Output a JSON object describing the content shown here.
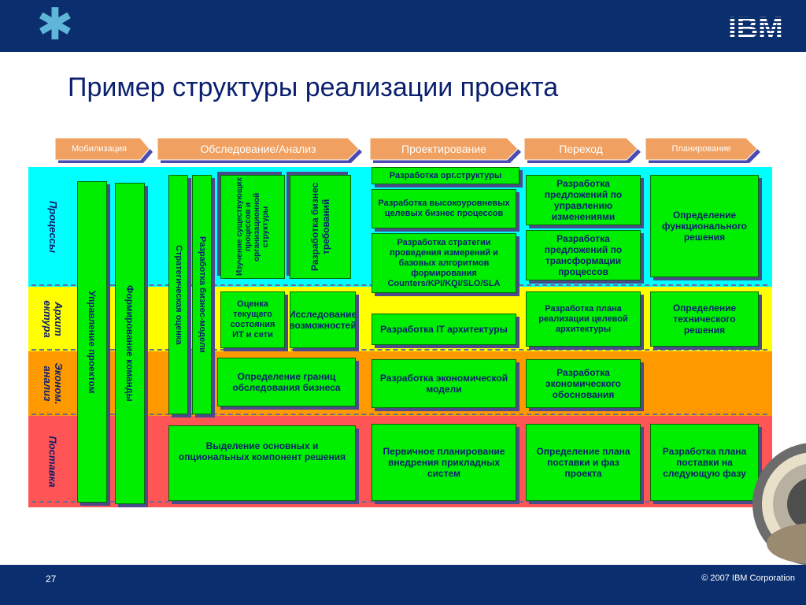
{
  "header": {
    "logo_text": "IBM",
    "title": "Пример структуры реализации проекта"
  },
  "phases": [
    {
      "label": "Мобилизация"
    },
    {
      "label": "Обследование/Анализ"
    },
    {
      "label": "Проектирование"
    },
    {
      "label": "Переход"
    },
    {
      "label": "Планирование"
    }
  ],
  "rows": [
    {
      "label": "Процессы",
      "color": "#00ffff"
    },
    {
      "label": "Архит ектура",
      "color": "#ffff00"
    },
    {
      "label": "Эконом. анализ",
      "color": "#ff9900"
    },
    {
      "label": "Поставка",
      "color": "#ff5555"
    }
  ],
  "vertical_bars": {
    "project_management": "Управление проектом",
    "team_formation": "Формирование команды",
    "strategic_assessment": "Стратегическая оценка",
    "business_model": "Разработка бизнес-модели",
    "process_study": "Изучение существующих процессов и организационной структуры",
    "business_requirements": "Разработка бизнес требований"
  },
  "boxes": {
    "assessment_it": "Оценка текущего состояния ИТ и сети",
    "research": "Исследование возможностей",
    "scope": "Определение границ обследования бизнеса",
    "component_selection": "Выделение основных и опциональных компонент решения",
    "org_structure": "Разработка орг.структуры",
    "high_level_processes": "Разработка высокоуровневых целевых бизнес процессов",
    "measurement_strategy": "Разработка стратегии проведения измерений и базовых алгоритмов формирования Counters/KPI/KQI/SLO/SLA",
    "it_architecture": "Разработка IT архитектуры",
    "economic_model": "Разработка экономической модели",
    "primary_planning": "Первичное планирование внедрения прикладных систем",
    "change_management": "Разработка предложений по управлению изменениями",
    "process_transformation": "Разработка предложений по трансформации процессов",
    "architecture_plan": "Разработка плана реализации целевой архитектуры",
    "economic_justification": "Разработка экономического обоснования",
    "delivery_plan": "Определение плана поставки и фаз проекта",
    "functional_solution": "Определение функционального решения",
    "technical_solution": "Определение технического решения",
    "next_phase_plan": "Разработка плана поставки на следующую фазу"
  },
  "footer": {
    "page_number": "27",
    "copyright": "© 2007 IBM Corporation"
  }
}
